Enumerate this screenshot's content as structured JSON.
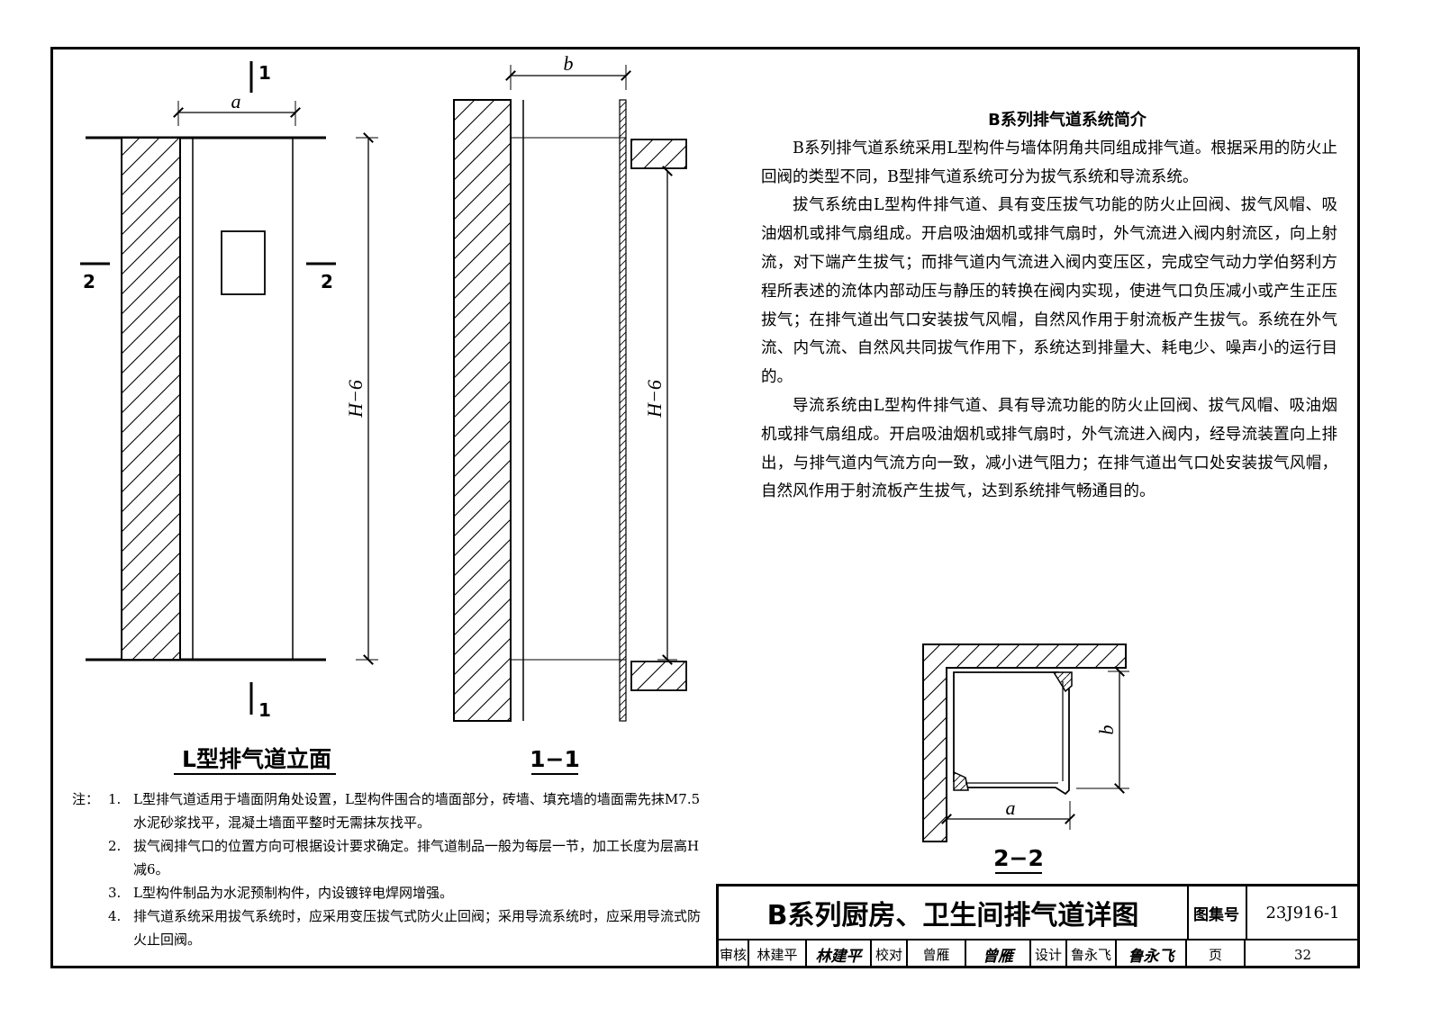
{
  "figure_elevation": {
    "title": "L型排气道立面",
    "dim_width": "a",
    "dim_height": "H−6",
    "section_mark_1": "1",
    "section_mark_2": "2"
  },
  "figure_section_1_1": {
    "title": "1−1",
    "dim_width": "b",
    "dim_height": "H−6"
  },
  "figure_section_2_2": {
    "title": "2−2",
    "dim_width": "a",
    "dim_height": "b"
  },
  "intro": {
    "title": "B系列排气道系统简介",
    "paragraphs": [
      "B系列排气道系统采用L型构件与墙体阴角共同组成排气道。根据采用的防火止回阀的类型不同，B型排气道系统可分为拔气系统和导流系统。",
      "拔气系统由L型构件排气道、具有变压拔气功能的防火止回阀、拔气风帽、吸油烟机或排气扇组成。开启吸油烟机或排气扇时，外气流进入阀内射流区，向上射流，对下端产生拔气；而排气道内气流进入阀内变压区，完成空气动力学伯努利方程所表述的流体内部动压与静压的转换在阀内实现，使进气口负压减小或产生正压拔气；在排气道出气口安装拔气风帽，自然风作用于射流板产生拔气。系统在外气流、内气流、自然风共同拔气作用下，系统达到排量大、耗电少、噪声小的运行目的。",
      "导流系统由L型构件排气道、具有导流功能的防火止回阀、拔气风帽、吸油烟机或排气扇组成。开启吸油烟机或排气扇时，外气流进入阀内，经导流装置向上排出，与排气道内气流方向一致，减小进气阻力；在排气道出气口处安装拔气风帽，自然风作用于射流板产生拔气，达到系统排气畅通目的。"
    ]
  },
  "notes": {
    "prefix": "注：",
    "items": [
      {
        "num": "1.",
        "text": "L型排气道适用于墙面阴角处设置，L型构件围合的墙面部分，砖墙、填充墙的墙面需先抹M7.5水泥砂浆找平，混凝土墙面平整时无需抹灰找平。"
      },
      {
        "num": "2.",
        "text": "拔气阀排气口的位置方向可根据设计要求确定。排气道制品一般为每层一节，加工长度为层高H减6。"
      },
      {
        "num": "3.",
        "text": "L型构件制品为水泥预制构件，内设镀锌电焊网增强。"
      },
      {
        "num": "4.",
        "text": "排气道系统采用拔气系统时，应采用变压拔气式防火止回阀；采用导流系统时，应采用导流式防火止回阀。"
      }
    ]
  },
  "titleblock": {
    "title": "B系列厨房、卫生间排气道详图",
    "atlas_label": "图集号",
    "atlas_no": "23J916-1",
    "review_label": "审核",
    "reviewer": "林建平",
    "reviewer_sig": "林建平",
    "check_label": "校对",
    "checker": "曾雁",
    "checker_sig": "曾雁",
    "design_label": "设计",
    "designer": "鲁永飞",
    "designer_sig": "鲁永飞",
    "page_label": "页",
    "page_no": "32"
  }
}
